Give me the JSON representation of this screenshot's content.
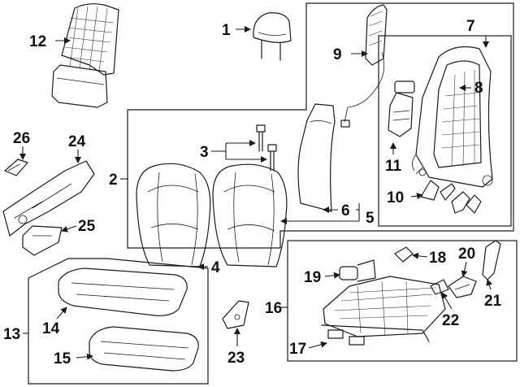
{
  "diagram": {
    "callouts": [
      {
        "id": "c1",
        "text": "1"
      },
      {
        "id": "c2",
        "text": "2"
      },
      {
        "id": "c3",
        "text": "3"
      },
      {
        "id": "c4",
        "text": "4"
      },
      {
        "id": "c5",
        "text": "5"
      },
      {
        "id": "c6",
        "text": "6"
      },
      {
        "id": "c7",
        "text": "7"
      },
      {
        "id": "c8",
        "text": "8"
      },
      {
        "id": "c9",
        "text": "9"
      },
      {
        "id": "c10",
        "text": "10"
      },
      {
        "id": "c11",
        "text": "11"
      },
      {
        "id": "c12",
        "text": "12"
      },
      {
        "id": "c13",
        "text": "13"
      },
      {
        "id": "c14",
        "text": "14"
      },
      {
        "id": "c15",
        "text": "15"
      },
      {
        "id": "c16",
        "text": "16"
      },
      {
        "id": "c17",
        "text": "17"
      },
      {
        "id": "c18",
        "text": "18"
      },
      {
        "id": "c19",
        "text": "19"
      },
      {
        "id": "c20",
        "text": "20"
      },
      {
        "id": "c21",
        "text": "21"
      },
      {
        "id": "c22",
        "text": "22"
      },
      {
        "id": "c23",
        "text": "23"
      },
      {
        "id": "c24",
        "text": "24"
      },
      {
        "id": "c25",
        "text": "25"
      },
      {
        "id": "c26",
        "text": "26"
      }
    ]
  }
}
